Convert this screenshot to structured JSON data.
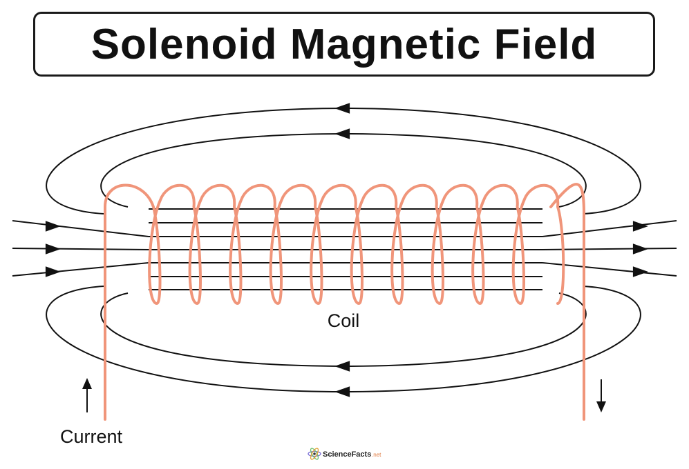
{
  "title": "Solenoid Magnetic Field",
  "labels": {
    "coil": "Coil",
    "current": "Current"
  },
  "logo": {
    "name": "ScienceFacts",
    "suffix": ".net"
  },
  "colors": {
    "coil_wire": "#f0957a",
    "field_lines": "#111111",
    "background": "#ffffff"
  }
}
